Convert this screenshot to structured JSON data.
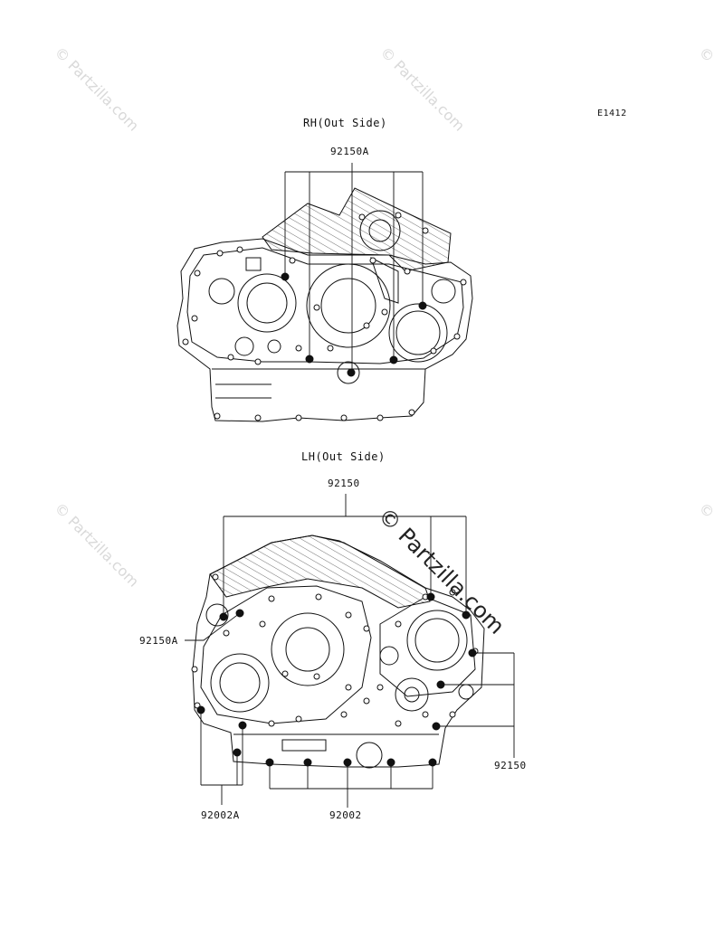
{
  "diagram": {
    "code": "E1412",
    "rh_title": "RH(Out Side)",
    "lh_title": "LH(Out Side)"
  },
  "callouts": {
    "rh_92150A": "92150A",
    "lh_92150_top": "92150",
    "lh_92150A_left": "92150A",
    "lh_92150_right": "92150",
    "lh_92002A": "92002A",
    "lh_92002": "92002"
  },
  "watermark": {
    "text": "Partzilla.com",
    "center_text": "Partzilla.com",
    "copyright_symbol": "©"
  }
}
